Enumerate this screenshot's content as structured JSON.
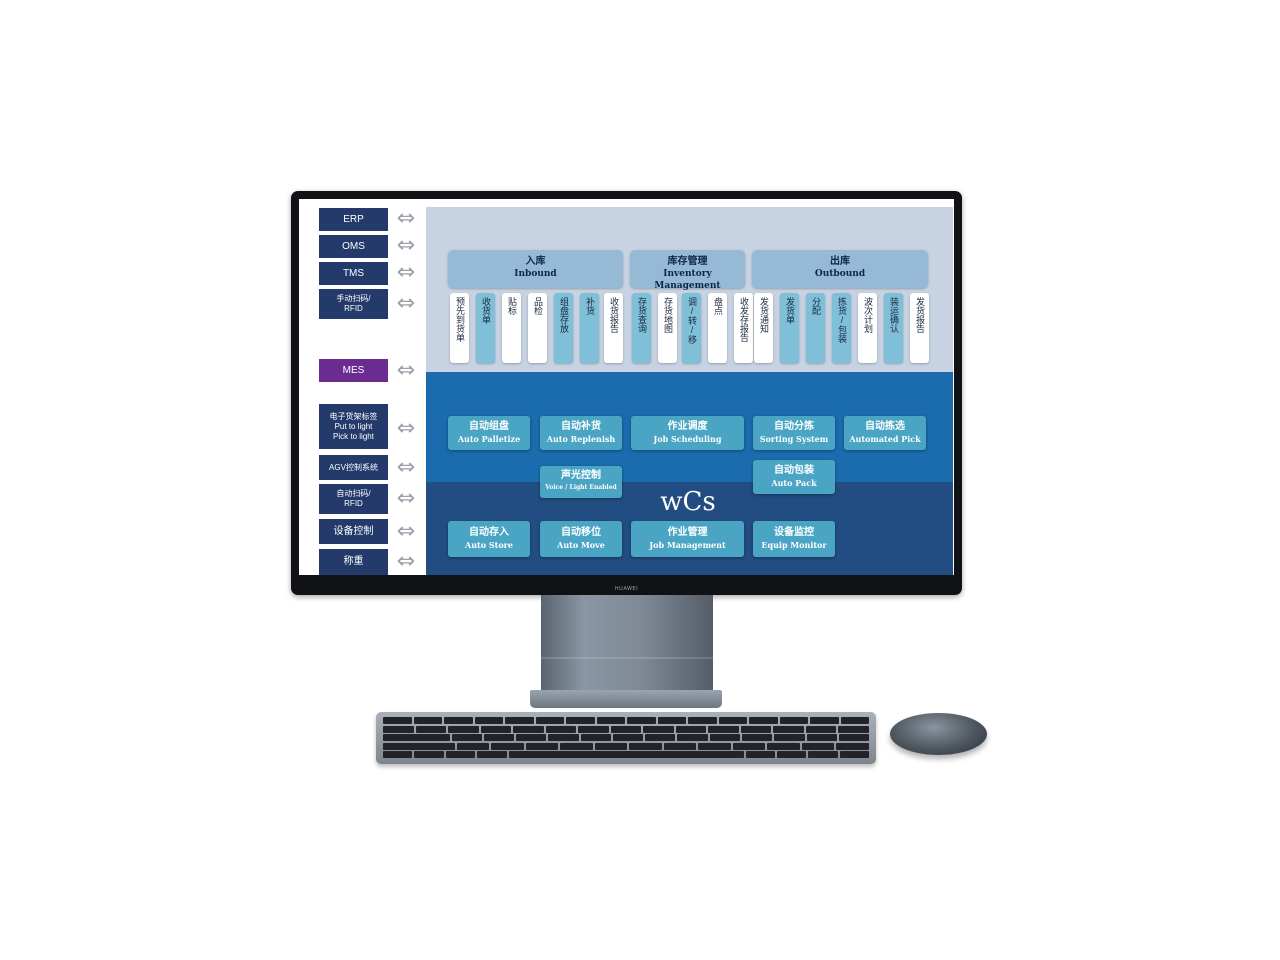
{
  "left_systems": [
    {
      "label": "ERP",
      "type": "normal"
    },
    {
      "label": "OMS",
      "type": "normal"
    },
    {
      "label": "TMS",
      "type": "normal"
    },
    {
      "label": "手动扫码/\nRFID",
      "type": "small"
    },
    {
      "label": "MES",
      "type": "mes"
    },
    {
      "label": "电子货架标签\nPut to light\nPick to light",
      "type": "small"
    },
    {
      "label": "AGV控制系统",
      "type": "small"
    },
    {
      "label": "自动扫码/\nRFID",
      "type": "small"
    },
    {
      "label": "设备控制",
      "type": "normal"
    },
    {
      "label": "称重",
      "type": "normal"
    }
  ],
  "arrow_icon": "double-arrow-icon",
  "categories": [
    {
      "zh": "入库",
      "en": "Inbound"
    },
    {
      "zh": "库存管理",
      "en": "Inventory Management"
    },
    {
      "zh": "出库",
      "en": "Outbound"
    }
  ],
  "wms_functions": [
    {
      "label": "预先到货单",
      "style": "white"
    },
    {
      "label": "收货单",
      "style": "teal"
    },
    {
      "label": "贴标",
      "style": "white"
    },
    {
      "label": "品检",
      "style": "white"
    },
    {
      "label": "组盘存放",
      "style": "teal"
    },
    {
      "label": "补货",
      "style": "teal"
    },
    {
      "label": "收货报告",
      "style": "white"
    },
    {
      "label": "存货查询",
      "style": "teal"
    },
    {
      "label": "存货地图",
      "style": "white"
    },
    {
      "label": "调/转/移",
      "style": "teal"
    },
    {
      "label": "盘点",
      "style": "white"
    },
    {
      "label": "收发存报告",
      "style": "white"
    },
    {
      "label": "发货通知",
      "style": "white"
    },
    {
      "label": "发货单",
      "style": "teal"
    },
    {
      "label": "分配",
      "style": "teal"
    },
    {
      "label": "拣货/包装",
      "style": "teal"
    },
    {
      "label": "波次计划",
      "style": "white"
    },
    {
      "label": "装运确认",
      "style": "teal"
    },
    {
      "label": "发货报告",
      "style": "white"
    }
  ],
  "wcs_functions": [
    {
      "zh": "自动组盘",
      "en": "Auto Palletize"
    },
    {
      "zh": "自动补货",
      "en": "Auto Replenish"
    },
    {
      "zh": "作业调度",
      "en": "Job Scheduling"
    },
    {
      "zh": "自动分拣",
      "en": "Sorting System"
    },
    {
      "zh": "自动拣选",
      "en": "Automated Pick"
    },
    {
      "zh": "声光控制",
      "en": "Voice / Light Enabled"
    },
    {
      "zh": "自动包装",
      "en": "Auto Pack"
    },
    {
      "zh": "自动存入",
      "en": "Auto Store"
    },
    {
      "zh": "自动移位",
      "en": "Auto Move"
    },
    {
      "zh": "作业管理",
      "en": "Job Management"
    },
    {
      "zh": "设备监控",
      "en": "Equip Monitor"
    }
  ],
  "wcs_label": "wCs",
  "device": {
    "brand": "HUAWEI"
  },
  "colors": {
    "system_box": "#233a6b",
    "mes_box": "#6b2c91",
    "wms_zone": "#c7d3e3",
    "wcs_zone_top": "#1a6cae",
    "wcs_zone_bottom": "#224d82",
    "function_button": "#4aa5c5"
  }
}
